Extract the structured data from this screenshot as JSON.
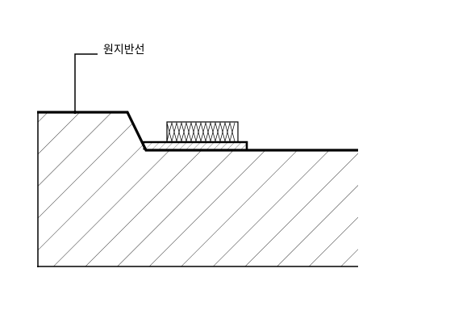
{
  "callout": {
    "label": "원지반선"
  },
  "colors": {
    "stroke": "#000000",
    "background": "#ffffff",
    "hatch": "#000000"
  },
  "icons": {
    "insulation_pattern": "zigzag-hatch",
    "ground_pattern": "diagonal-hatch"
  }
}
